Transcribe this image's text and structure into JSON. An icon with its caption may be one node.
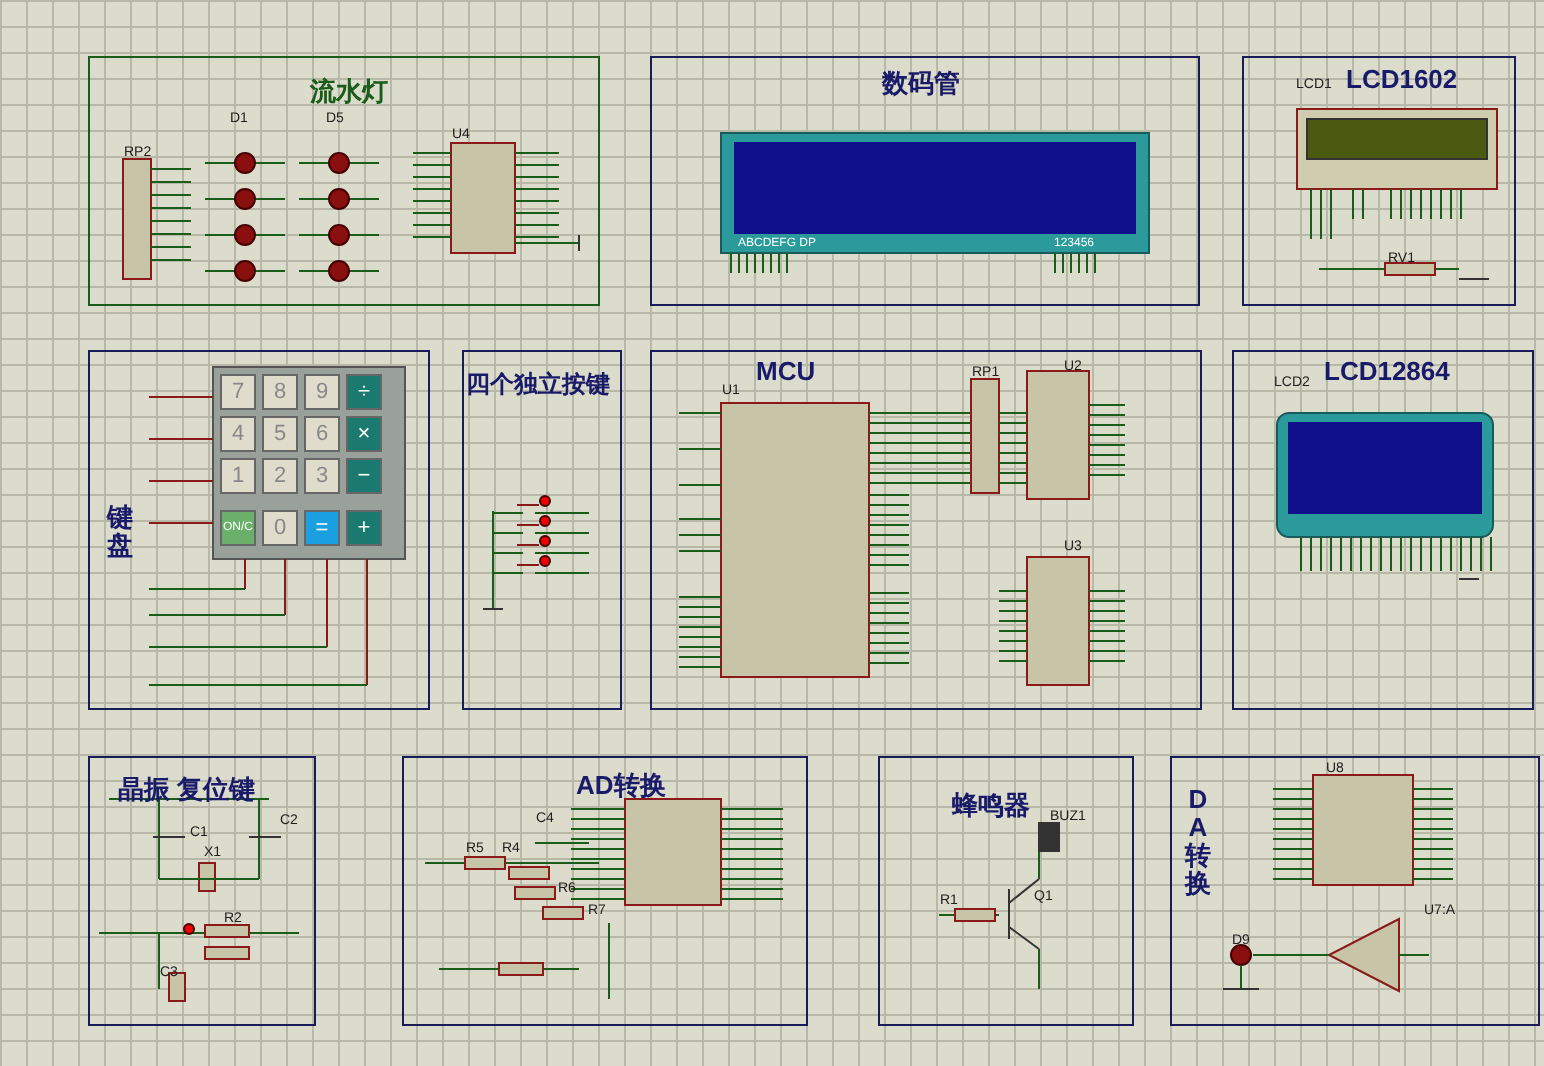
{
  "diagram": {
    "nodes": [
      {
        "text": [
          "流水灯"
        ]
      },
      {
        "text": [
          "数码管"
        ]
      },
      {
        "text": [
          "LCD1602"
        ]
      },
      {
        "text": [
          "键盘"
        ]
      },
      {
        "text": [
          "四个独立按键"
        ]
      },
      {
        "text": [
          "MCU"
        ]
      },
      {
        "text": [
          "LCD12864"
        ]
      },
      {
        "text": [
          "晶振 复位键"
        ]
      },
      {
        "text": [
          "AD转换"
        ]
      },
      {
        "text": [
          "蜂鸣器"
        ]
      },
      {
        "text": [
          "DA转换"
        ]
      }
    ],
    "labels": [
      "RP2",
      "D1",
      "D5",
      "U4",
      "ABCDEFG DP",
      "123456",
      "LCD1",
      "RV1",
      "7",
      "8",
      "9",
      "÷",
      "4",
      "5",
      "6",
      "×",
      "1",
      "2",
      "3",
      "−",
      "ON/C",
      "0",
      "=",
      "+",
      "U1",
      "RP1",
      "U2",
      "U3",
      "LCD2",
      "C1",
      "C2",
      "X1",
      "R2",
      "C3",
      "R5",
      "R4",
      "C4",
      "R6",
      "R7",
      "BUZ1",
      "R1",
      "Q1",
      "U8",
      "D9",
      "U7:A"
    ]
  }
}
